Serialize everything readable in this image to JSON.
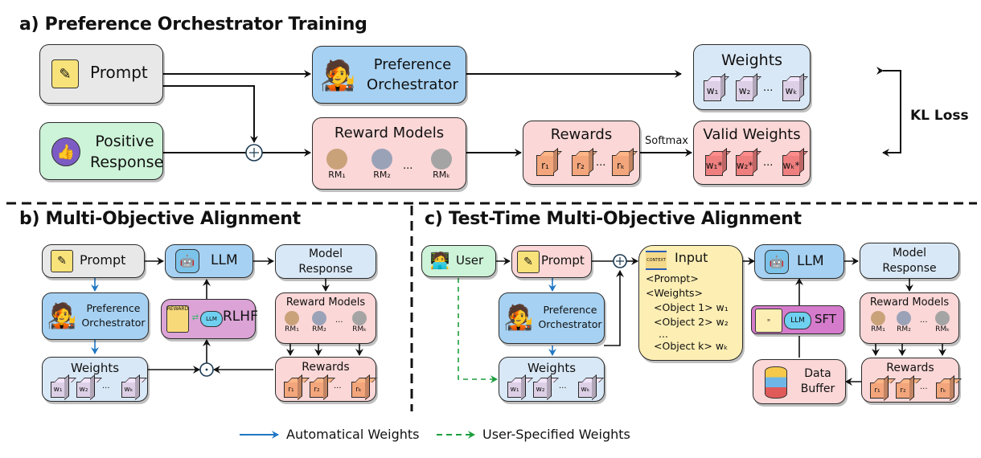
{
  "sections": {
    "a": {
      "title": "a) Preference Orchestrator Training",
      "prompt": {
        "label": "Prompt",
        "icon": "sticky-note-pencil-icon"
      },
      "positive_response": {
        "label_line1": "Positive",
        "label_line2": "Response",
        "icon": "thumbs-up-icon"
      },
      "orchestrator": {
        "label_line1": "Preference",
        "label_line2": "Orchestrator",
        "icon": "conductor-icon"
      },
      "reward_models": {
        "title": "Reward Models",
        "items": [
          "RM₁",
          "RM₂",
          "RMₖ"
        ],
        "ellipsis": "..."
      },
      "rewards": {
        "title": "Rewards",
        "items": [
          "r₁",
          "r₂",
          "rₖ"
        ],
        "ellipsis": "..."
      },
      "weights": {
        "title": "Weights",
        "items": [
          "w₁",
          "w₂",
          "wₖ"
        ],
        "ellipsis": "..."
      },
      "valid_weights": {
        "title": "Valid Weights",
        "items": [
          "w₁*",
          "w₂*",
          "wₖ*"
        ],
        "ellipsis": "..."
      },
      "softmax_label": "Softmax",
      "kl_loss_label": "KL Loss",
      "combine_symbol": "+"
    },
    "b": {
      "title": "b) Multi-Objective Alignment",
      "prompt": {
        "label": "Prompt",
        "icon": "sticky-note-pencil-icon"
      },
      "llm": {
        "label": "LLM",
        "icon": "robot-icon"
      },
      "model_response": {
        "label_line1": "Model",
        "label_line2": "Response"
      },
      "orchestrator": {
        "label_line1": "Preference",
        "label_line2": "Orchestrator",
        "icon": "conductor-icon"
      },
      "rlhf": {
        "label": "RLHF",
        "badge": "REWARD",
        "cloud": "LLM"
      },
      "reward_models": {
        "title": "Reward Models",
        "items": [
          "RM₁",
          "RM₂",
          "RMₖ"
        ],
        "ellipsis": "..."
      },
      "weights": {
        "title": "Weights",
        "items": [
          "w₁",
          "w₂",
          "wₖ"
        ],
        "ellipsis": "..."
      },
      "rewards": {
        "title": "Rewards",
        "items": [
          "r₁",
          "r₂",
          "rₖ"
        ],
        "ellipsis": "..."
      },
      "combine_symbol": "·"
    },
    "c": {
      "title": "c) Test-Time Multi-Objective Alignment",
      "user": {
        "label": "User",
        "icon": "user-laptop-icon"
      },
      "prompt": {
        "label": "Prompt",
        "icon": "sticky-note-pencil-icon"
      },
      "orchestrator": {
        "label_line1": "Preference",
        "label_line2": "Orchestrator",
        "icon": "conductor-icon"
      },
      "weights": {
        "title": "Weights",
        "items": [
          "w₁",
          "w₂",
          "wₖ"
        ],
        "ellipsis": "..."
      },
      "input": {
        "title": "Input",
        "badge": "CONTEXT",
        "lines": [
          "<Prompt>",
          "<Weights>",
          "<Object 1> w₁",
          "<Object 2> w₂",
          "...",
          "<Object k> wₖ"
        ]
      },
      "llm": {
        "label": "LLM",
        "icon": "robot-icon"
      },
      "sft": {
        "label": "SFT",
        "cloud": "LLM"
      },
      "model_response": {
        "label_line1": "Model",
        "label_line2": "Response"
      },
      "reward_models": {
        "title": "Reward Models",
        "items": [
          "RM₁",
          "RM₂",
          "RMₖ"
        ],
        "ellipsis": "..."
      },
      "rewards": {
        "title": "Rewards",
        "items": [
          "r₁",
          "r₂",
          "rₖ"
        ],
        "ellipsis": "..."
      },
      "data_buffer": {
        "label_line1": "Data",
        "label_line2": "Buffer",
        "icon": "database-icon"
      },
      "combine_symbol": "+"
    }
  },
  "legend": {
    "automatic": {
      "label": "Automatical Weights",
      "color": "#1f77c4"
    },
    "user": {
      "label": "User-Specified Weights",
      "color": "#1e9e3e"
    }
  },
  "colors": {
    "gray": "#e8e8e8",
    "green": "#cdf3d8",
    "blue": "#a6d1f2",
    "light_blue": "#d9e8f6",
    "pink": "#fbd7d7",
    "purple": "#dba3d6",
    "magenta": "#d57bcc",
    "yellow": "#fdeeb3",
    "cube_weight": "#ddd0e6",
    "cube_reward": "#f3a57b",
    "cube_valid": "#ef7f7f"
  }
}
